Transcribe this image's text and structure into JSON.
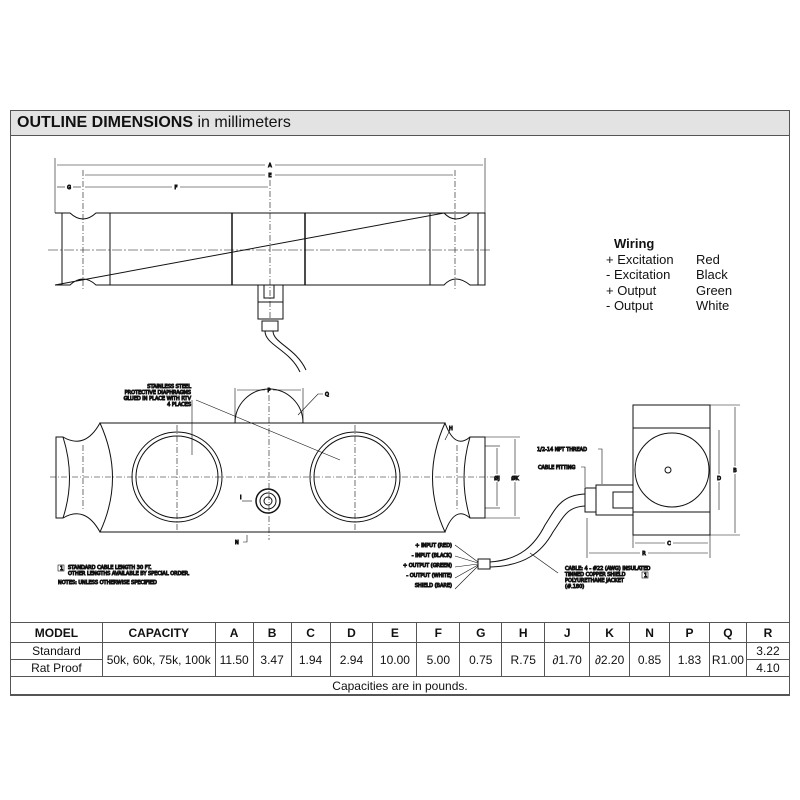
{
  "header": {
    "title_bold": "OUTLINE DIMENSIONS",
    "title_rest": "in millimeters"
  },
  "drawing_labels": {
    "A": "A",
    "E": "E",
    "G": "G",
    "F": "F",
    "P": "P",
    "Q": "Q",
    "H": "H",
    "J": "ØJ",
    "K": "ØK",
    "N": "N",
    "I": "I",
    "B": "B",
    "D": "D",
    "C": "C",
    "R": "R",
    "diaphragm_note": [
      "STAINLESS STEEL",
      "PROTECTIVE DIAPHRAGMS",
      "GLUED IN PLACE WITH RTV",
      "4 PLACES"
    ],
    "cable_note": [
      "STANDARD CABLE LENGTH 30 FT.",
      "OTHER LENGTHS AVAILABLE BY SPECIAL ORDER."
    ],
    "notes": "NOTES: UNLESS OTHERWISE SPECIFIED",
    "note_marker": "1",
    "npt": "1/2-14 NPT THREAD",
    "fitting": "CABLE FITTING",
    "wires": [
      "+ INPUT (RED)",
      "- INPUT (BLACK)",
      "+ OUTPUT (GREEN)",
      "- OUTPUT (WHITE)",
      "SHIELD (BARE)"
    ],
    "cable_spec": [
      "CABLE: 4 - #22 (AWG) INSULATED",
      "TINNED COPPER SHIELD",
      "POLYURETHANE JACKET",
      "(#.180)"
    ]
  },
  "wiring": {
    "title": "Wiring",
    "rows": [
      {
        "signal": "+ Excitation",
        "color": "Red"
      },
      {
        "signal": "- Excitation",
        "color": "Black"
      },
      {
        "signal": "+ Output",
        "color": "Green"
      },
      {
        "signal": "- Output",
        "color": "White"
      }
    ]
  },
  "table": {
    "headers": [
      "MODEL",
      "CAPACITY",
      "A",
      "B",
      "C",
      "D",
      "E",
      "F",
      "G",
      "H",
      "J",
      "K",
      "N",
      "P",
      "Q",
      "R"
    ],
    "models": [
      "Standard",
      "Rat Proof"
    ],
    "capacity": "50k, 60k, 75k, 100k",
    "values": [
      "11.50",
      "3.47",
      "1.94",
      "2.94",
      "10.00",
      "5.00",
      "0.75",
      "R.75",
      "∂1.70",
      "∂2.20",
      "0.85",
      "1.83",
      "R1.00"
    ],
    "r_values": [
      "3.22",
      "4.10"
    ],
    "footer": "Capacities are in pounds."
  }
}
